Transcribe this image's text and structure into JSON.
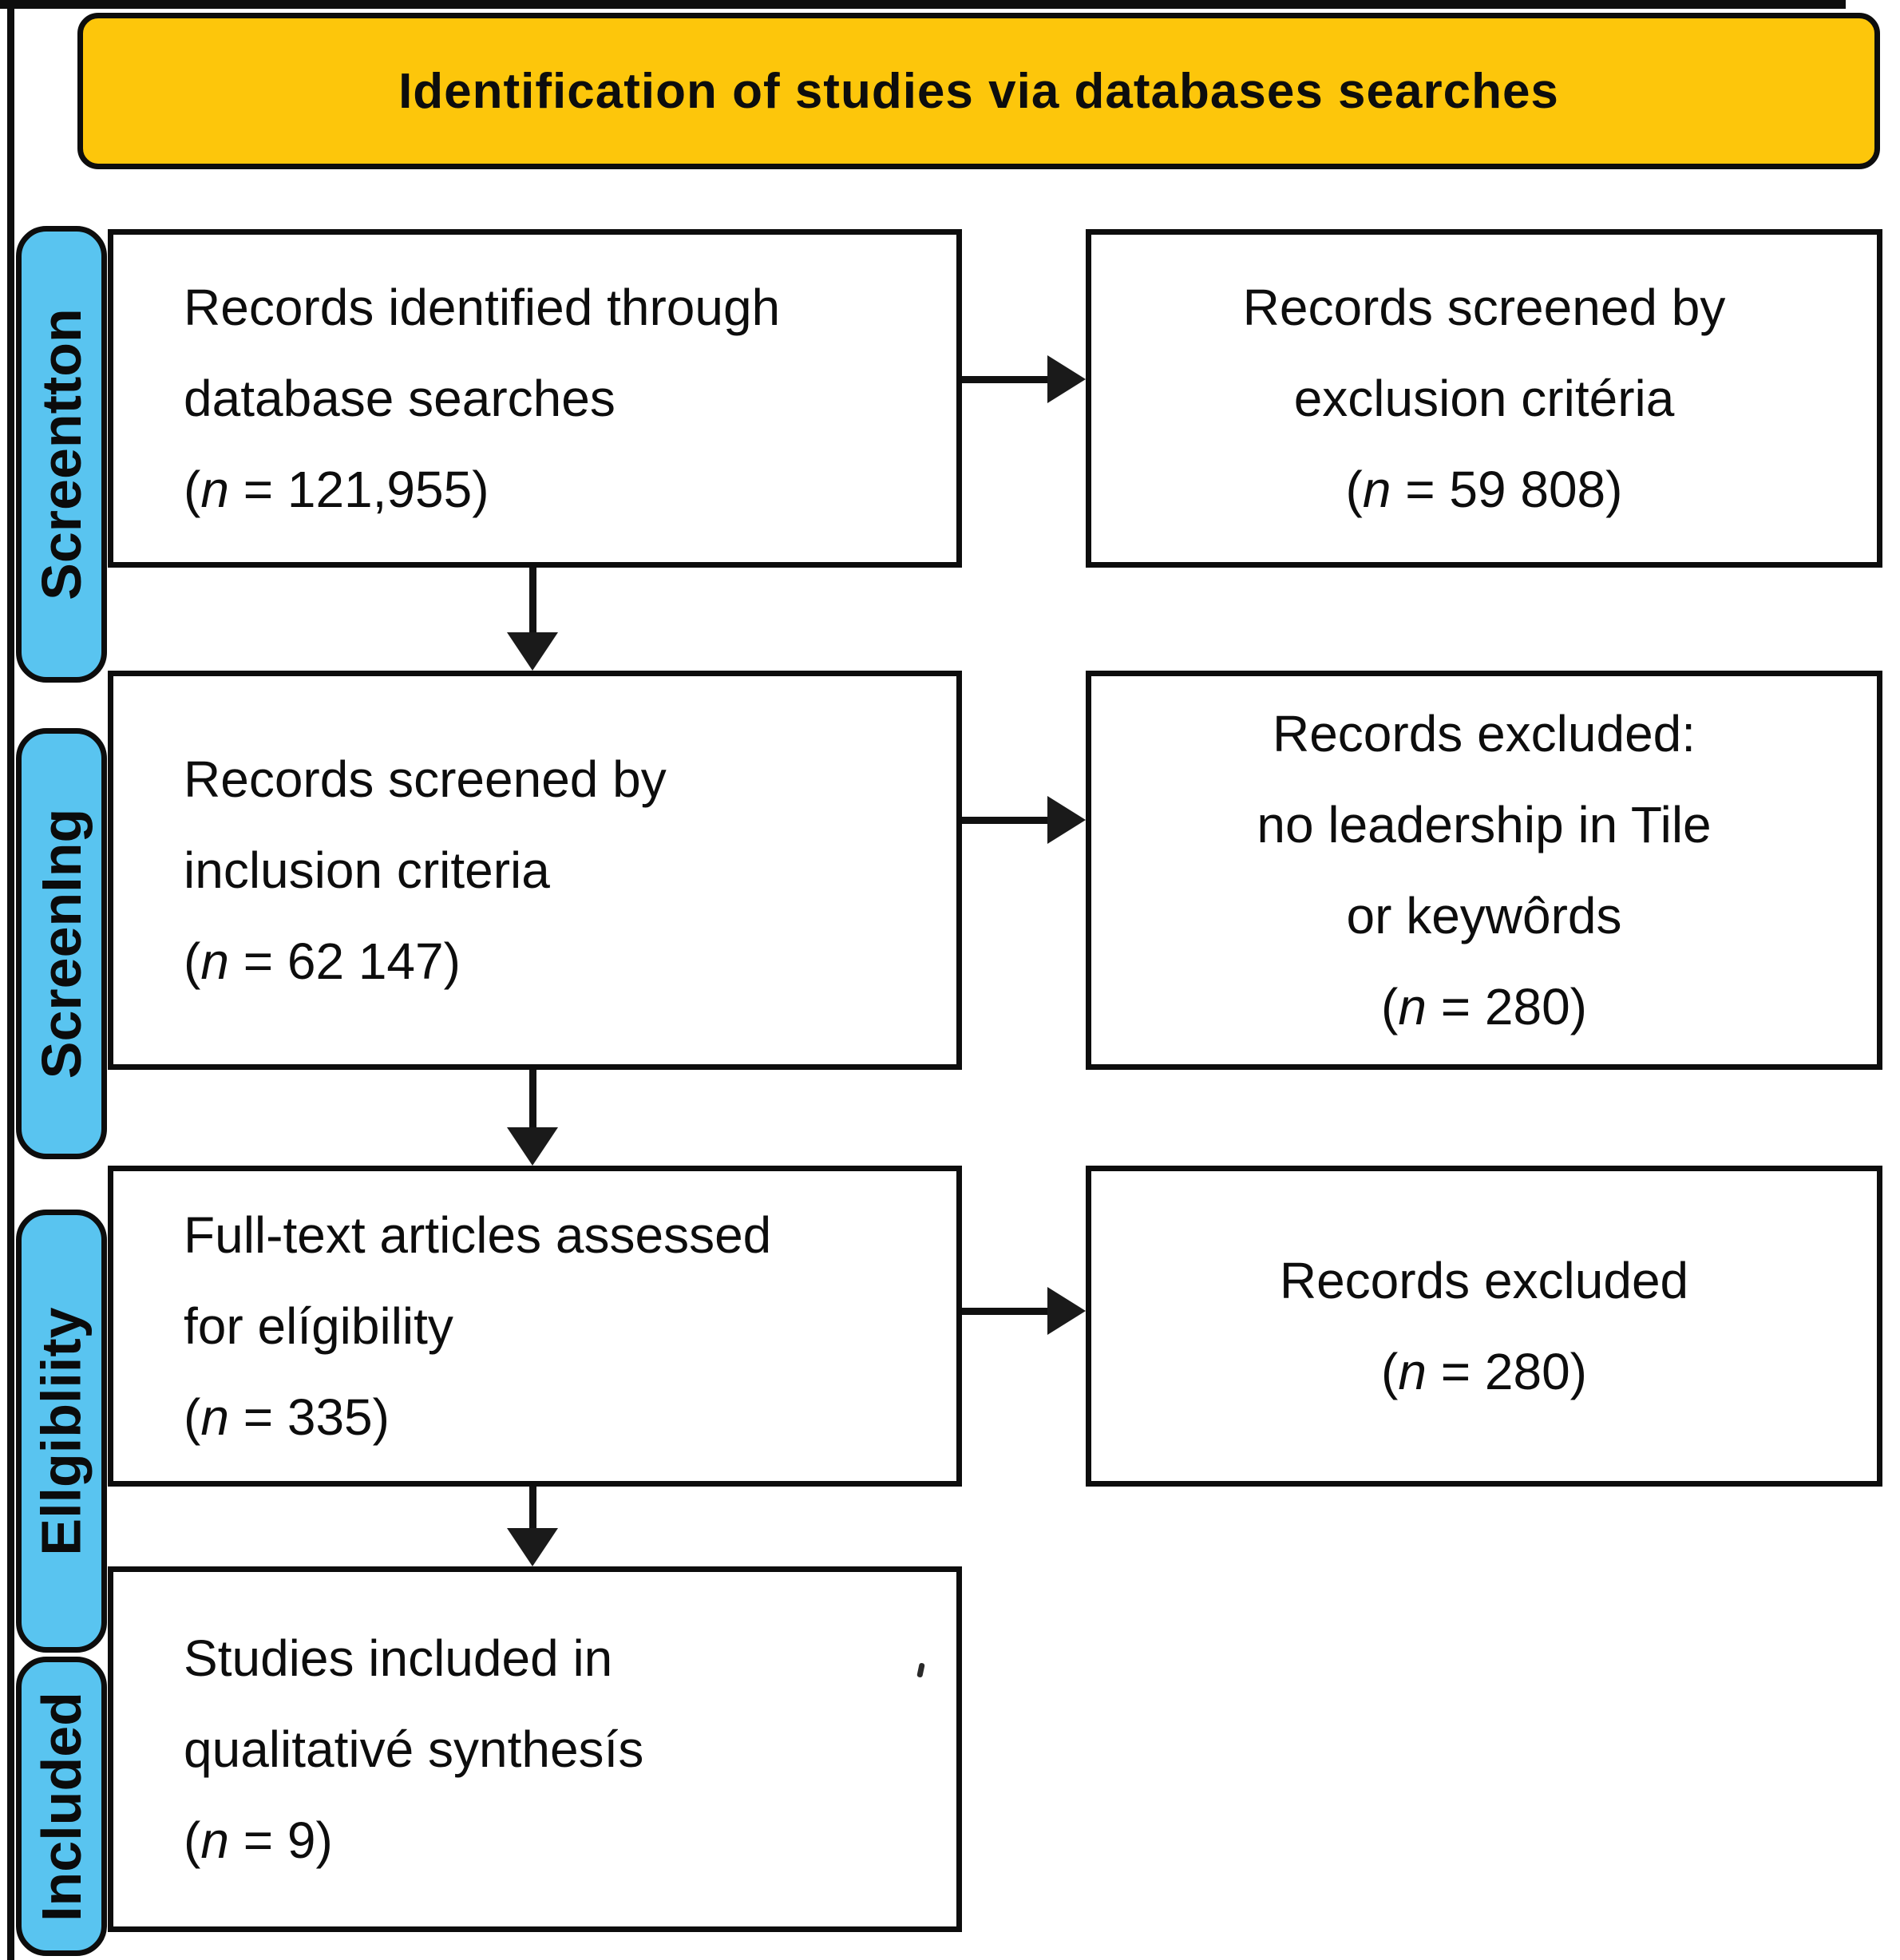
{
  "header": {
    "title": "Identification of studies via databases searches"
  },
  "colors": {
    "header_bg": "#FDC60B",
    "stage_bg": "#59C4F0",
    "border": "#0d0d0d"
  },
  "stages": [
    {
      "label": "Screentton"
    },
    {
      "label": "ScreenIng"
    },
    {
      "label": "Ellgibliity"
    },
    {
      "label": "Included"
    }
  ],
  "boxes": {
    "identified": {
      "lines": [
        "Records identified through",
        "database searches"
      ],
      "count": {
        "pre": "(",
        "n": "n",
        "post": " = 121,955)"
      }
    },
    "screened_exclusion": {
      "lines": [
        "Records screened by",
        "exclusion critéria"
      ],
      "count": {
        "pre": "(",
        "n": "n",
        "post": " = 59 808)"
      }
    },
    "screened_inclusion": {
      "lines": [
        "Records screened by",
        "inclusion criteria"
      ],
      "count": {
        "pre": "(",
        "n": "n",
        "post": " = 62 147)"
      }
    },
    "excluded_no_leadership": {
      "lines": [
        "Records excluded:",
        "no leadership in Tile",
        "or keywôrds"
      ],
      "count": {
        "pre": "(",
        "n": "n",
        "post": " = 280)"
      }
    },
    "fulltext_assessed": {
      "lines": [
        "Full-text articles assessed",
        "for elígibility"
      ],
      "count": {
        "pre": "(",
        "n": "n",
        "post": " = 335)"
      }
    },
    "records_excluded": {
      "lines": [
        "Records excluded"
      ],
      "count": {
        "pre": "(",
        "n": "n",
        "post": " = 280)"
      }
    },
    "studies_included": {
      "lines": [
        "Studies included in",
        "qualitativé synthesís"
      ],
      "count": {
        "pre": "(",
        "n": "n",
        "post": " = 9)"
      }
    }
  }
}
